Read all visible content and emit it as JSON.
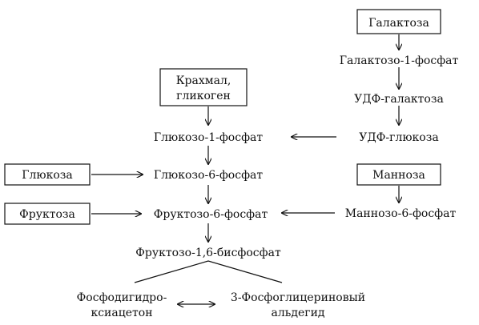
{
  "diagram": {
    "nodes": {
      "galactose": "Галактоза",
      "galactose_1p": "Галактозо-1-фосфат",
      "udp_galactose": "УДФ-галактоза",
      "udp_glucose": "УДФ-глюкоза",
      "starch_line1": "Крахмал,",
      "starch_line2": "гликоген",
      "glucose_1p": "Глюкозо-1-фосфат",
      "glucose": "Глюкоза",
      "glucose_6p": "Глюкозо-6-фосфат",
      "mannose": "Манноза",
      "fructose": "Фруктоза",
      "fructose_6p": "Фруктозо-6-фосфат",
      "mannose_6p": "Маннозо-6-фосфат",
      "fructose_16bp": "Фруктозо-1,6-бисфосфат",
      "dhap_line1": "Фосфодигидро-",
      "dhap_line2": "ксиацетон",
      "gap_line1": "3-Фосфоглицериновый",
      "gap_line2": "альдегид"
    }
  }
}
